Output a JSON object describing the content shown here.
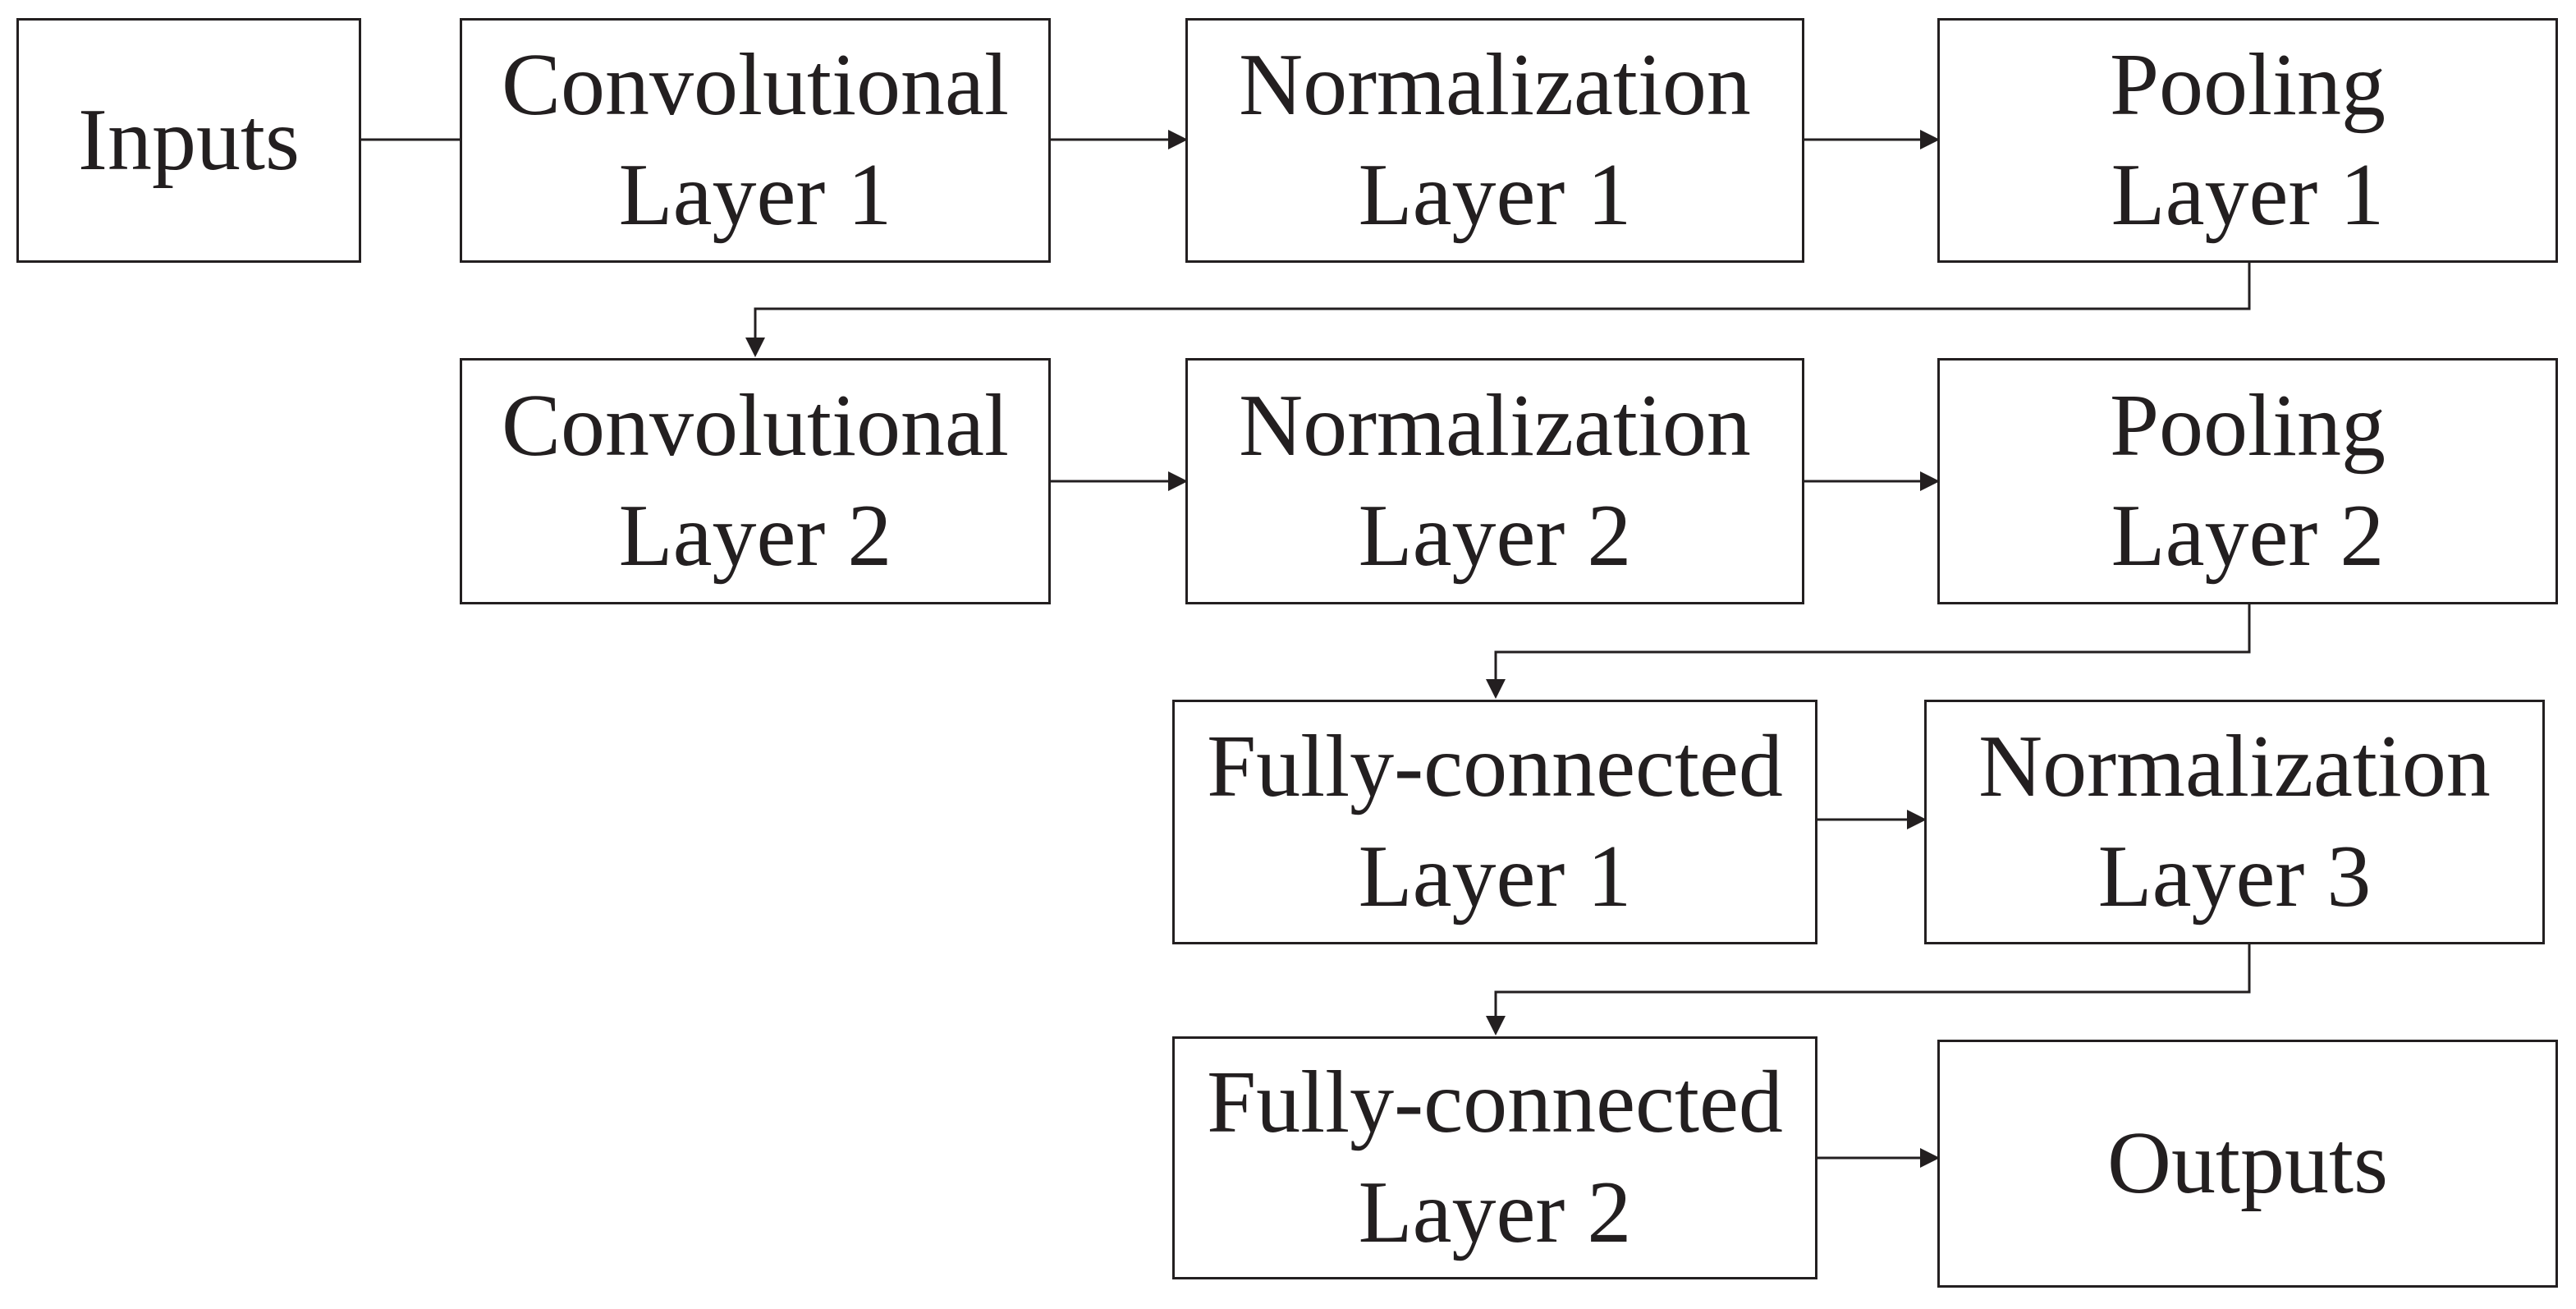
{
  "nodes": {
    "inputs": {
      "lines": [
        "Inputs"
      ]
    },
    "conv1": {
      "lines": [
        "Convolutional",
        "Layer 1"
      ]
    },
    "norm1": {
      "lines": [
        "Normalization",
        "Layer 1"
      ]
    },
    "pool1": {
      "lines": [
        "Pooling",
        "Layer 1"
      ]
    },
    "conv2": {
      "lines": [
        "Convolutional",
        "Layer 2"
      ]
    },
    "norm2": {
      "lines": [
        "Normalization",
        "Layer 2"
      ]
    },
    "pool2": {
      "lines": [
        "Pooling",
        "Layer 2"
      ]
    },
    "fc1": {
      "lines": [
        "Fully-connected",
        "Layer 1"
      ]
    },
    "norm3": {
      "lines": [
        "Normalization",
        "Layer 3"
      ]
    },
    "fc2": {
      "lines": [
        "Fully-connected",
        "Layer 2"
      ]
    },
    "outputs": {
      "lines": [
        "Outputs"
      ]
    }
  },
  "edges": [
    {
      "from": "inputs",
      "to": "conv1",
      "arrow": false
    },
    {
      "from": "conv1",
      "to": "norm1",
      "arrow": true
    },
    {
      "from": "norm1",
      "to": "pool1",
      "arrow": true
    },
    {
      "from": "pool1",
      "to": "conv2",
      "arrow": true
    },
    {
      "from": "conv2",
      "to": "norm2",
      "arrow": true
    },
    {
      "from": "norm2",
      "to": "pool2",
      "arrow": true
    },
    {
      "from": "pool2",
      "to": "fc1",
      "arrow": true
    },
    {
      "from": "fc1",
      "to": "norm3",
      "arrow": true
    },
    {
      "from": "norm3",
      "to": "fc2",
      "arrow": true
    },
    {
      "from": "fc2",
      "to": "outputs",
      "arrow": true
    }
  ],
  "colors": {
    "stroke": "#231f20",
    "text": "#231f20",
    "background": "#ffffff"
  }
}
